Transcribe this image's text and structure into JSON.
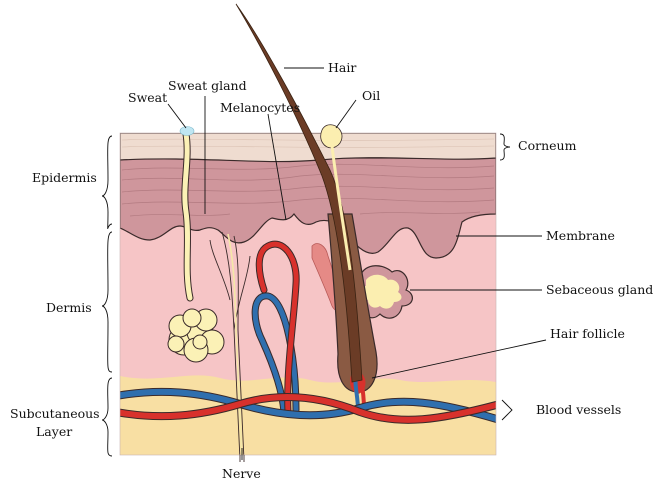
{
  "diagram": {
    "labels": {
      "hair": "Hair",
      "sweat": "Sweat",
      "sweat_gland": "Sweat gland",
      "melanocytes": "Melanocytes",
      "oil": "Oil",
      "corneum": "Corneum",
      "epidermis": "Epidermis",
      "membrane": "Membrane",
      "dermis": "Dermis",
      "sebaceous_gland": "Sebaceous gland",
      "hair_follicle": "Hair follicle",
      "subcutaneous_line1": "Subcutaneous",
      "subcutaneous_line2": "Layer",
      "blood_vessels": "Blood vessels",
      "nerve": "Nerve"
    },
    "colors": {
      "corneum": "#efdcd0",
      "epidermis": "#cf969c",
      "dermis": "#f6c5c6",
      "subcutaneous": "#f8dfa3",
      "hair": "#6b3c26",
      "sweat_gland": "#fbf1b6",
      "sebaceous": "#fbeeb0",
      "artery": "#d8312c",
      "vein": "#2f6fae",
      "sweat_drop": "#bfe6f2"
    }
  }
}
